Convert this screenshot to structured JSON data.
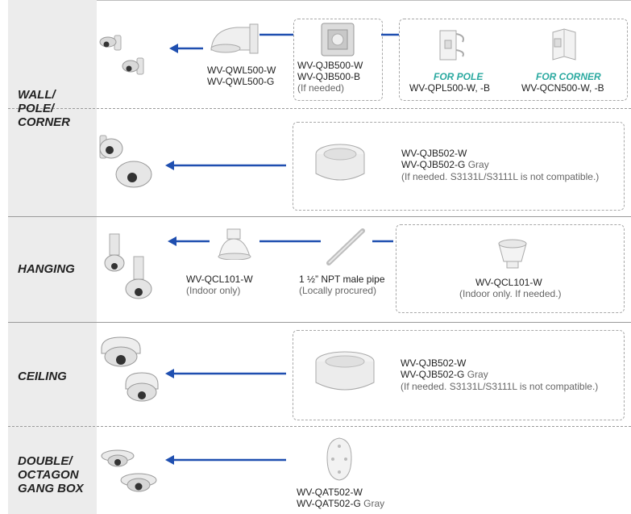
{
  "sections": {
    "wall": {
      "label": "WALL/\nPOLE/\nCORNER"
    },
    "hanging": {
      "label": "HANGING"
    },
    "ceiling": {
      "label": "CEILING"
    },
    "gang": {
      "label": "DOUBLE/\nOCTAGON\nGANG BOX"
    }
  },
  "wall1": {
    "bracket_w": "WV-QWL500-W",
    "bracket_g": "WV-QWL500-G",
    "jb_w": "WV-QJB500-W",
    "jb_b": "WV-QJB500-B",
    "jb_note": "(If needed)",
    "pole_title": "FOR POLE",
    "pole_model": "WV-QPL500-W, -B",
    "corner_title": "FOR CORNER",
    "corner_model": "WV-QCN500-W, -B"
  },
  "wall2": {
    "jb_w": "WV-QJB502-W",
    "jb_g": "WV-QJB502-G",
    "jb_g_suffix": " Gray",
    "note": "(If needed. S3131L/S3111L is not compatible.)"
  },
  "hanging": {
    "mount_model": "WV-QCL101-W",
    "mount_note": "(Indoor only)",
    "pipe_model": "1 ½” NPT male pipe",
    "pipe_note": "(Locally procured)",
    "opt_model": "WV-QCL101-W",
    "opt_note": "(Indoor only. If needed.)"
  },
  "ceiling": {
    "jb_w": "WV-QJB502-W",
    "jb_g": "WV-QJB502-G",
    "jb_g_suffix": " Gray",
    "note": "(If needed. S3131L/S3111L is not compatible.)"
  },
  "gang": {
    "plate_w": "WV-QAT502-W",
    "plate_g": "WV-QAT502-G",
    "plate_g_suffix": " Gray"
  },
  "colors": {
    "arrow": "#1f4fb0",
    "accent": "#2aa9a0",
    "label_band": "#ececec"
  },
  "icons": [
    "camera-icon",
    "wall-bracket-icon",
    "junction-box-icon",
    "pole-adapter-icon",
    "corner-adapter-icon",
    "ceiling-mount-icon",
    "pipe-icon",
    "attachment-plate-icon",
    "arrow-left-icon"
  ]
}
